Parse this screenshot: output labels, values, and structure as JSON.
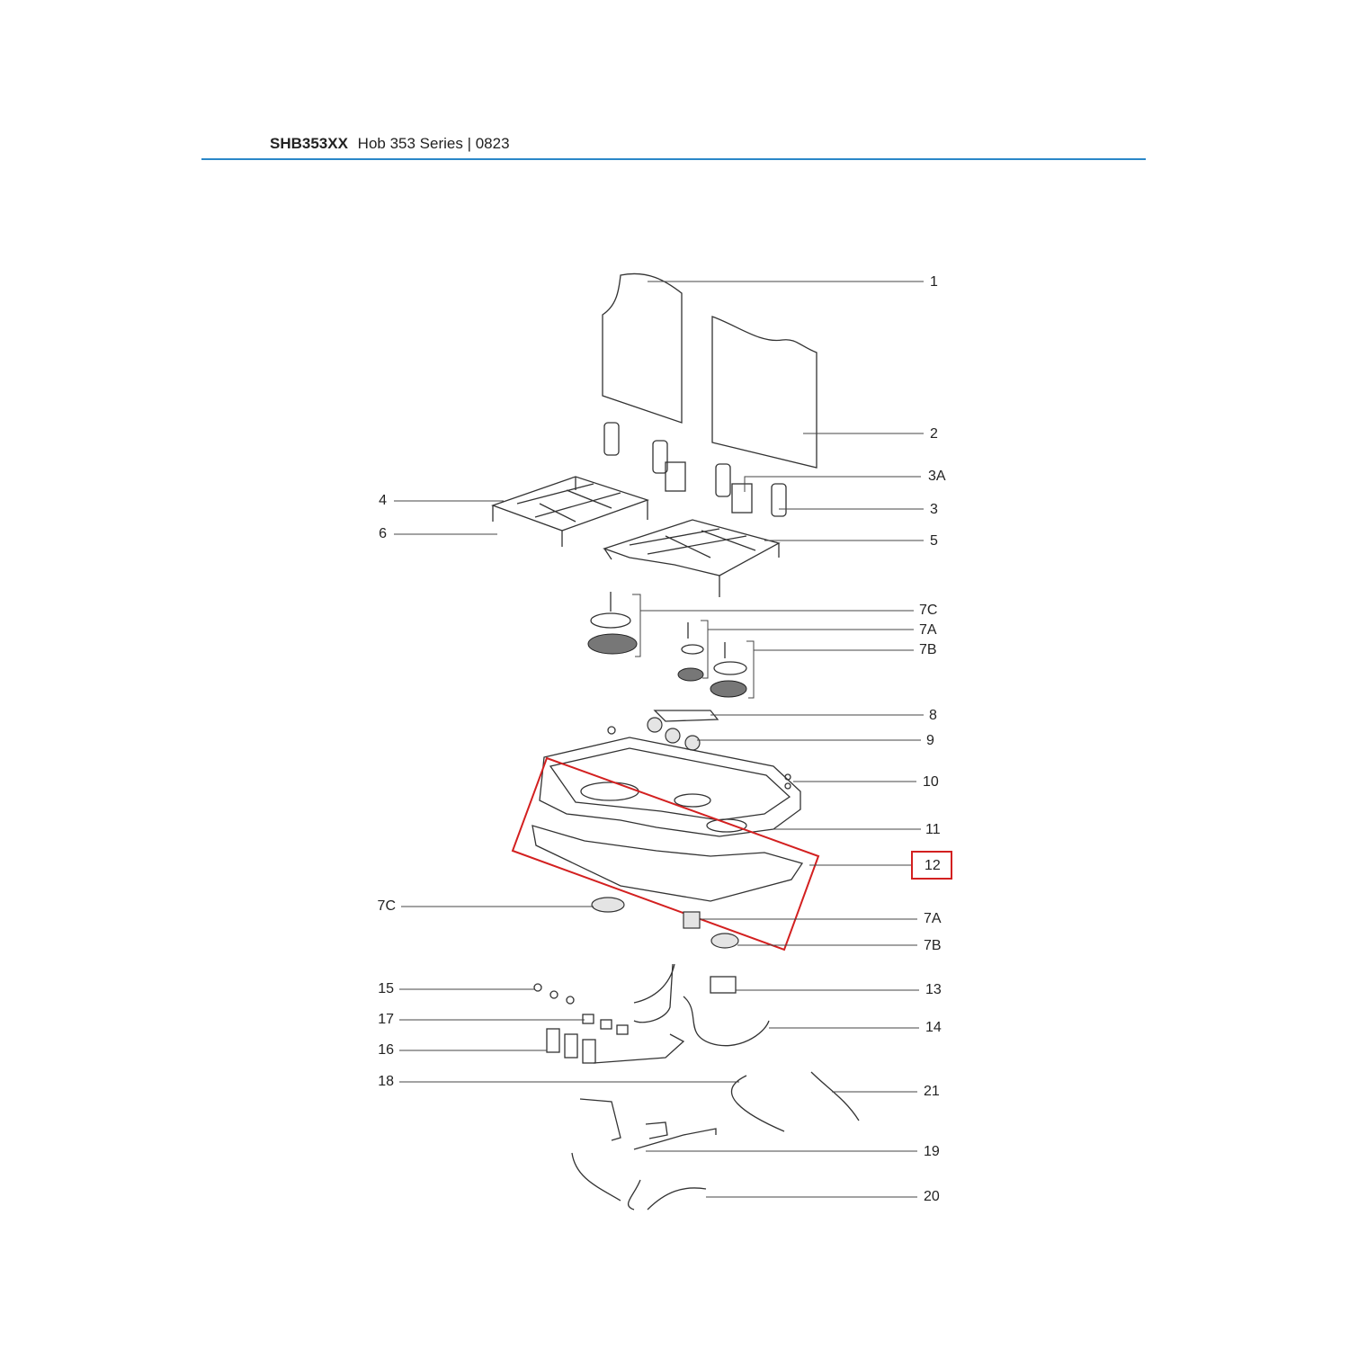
{
  "header": {
    "model": "SHB353XX",
    "title": "Hob 353 Series | 0823"
  },
  "callouts": {
    "c1": "1",
    "c2": "2",
    "c3a": "3A",
    "c3": "3",
    "c4": "4",
    "c6": "6",
    "c5": "5",
    "c7c_top": "7C",
    "c7a_top": "7A",
    "c7b_top": "7B",
    "c8": "8",
    "c9": "9",
    "c10": "10",
    "c11": "11",
    "c12": "12",
    "c7c_bottom": "7C",
    "c7a_bottom": "7A",
    "c7b_bottom": "7B",
    "c13": "13",
    "c14": "14",
    "c15": "15",
    "c17": "17",
    "c16": "16",
    "c18": "18",
    "c21": "21",
    "c19": "19",
    "c20": "20"
  },
  "highlight": {
    "part": "12",
    "color": "#d32020"
  },
  "colors": {
    "accent_rule": "#2a87c8"
  }
}
